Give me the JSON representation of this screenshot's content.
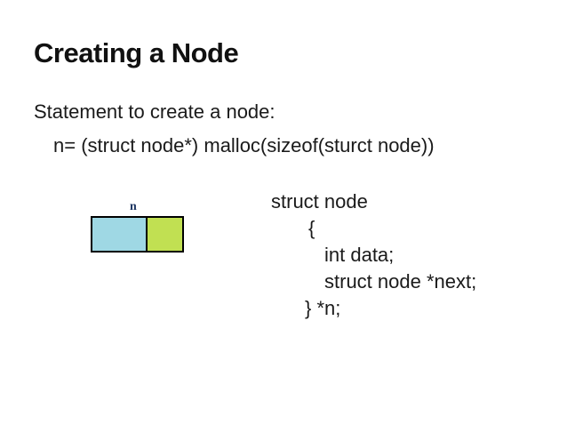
{
  "slide": {
    "title": "Creating a Node",
    "body_line1": "Statement to create a node:",
    "body_line2": "n= (struct node*) malloc(sizeof(sturct node))"
  },
  "diagram": {
    "pointer_label": "n",
    "pointer_label_color": "#1F3864",
    "data_cell_color": "#9FD8E4",
    "next_cell_color": "#C1E052",
    "border_color": "#000000"
  },
  "code": {
    "lines": [
      "struct node",
      "{",
      "int data;",
      "struct node *next;",
      "} *n;"
    ]
  }
}
